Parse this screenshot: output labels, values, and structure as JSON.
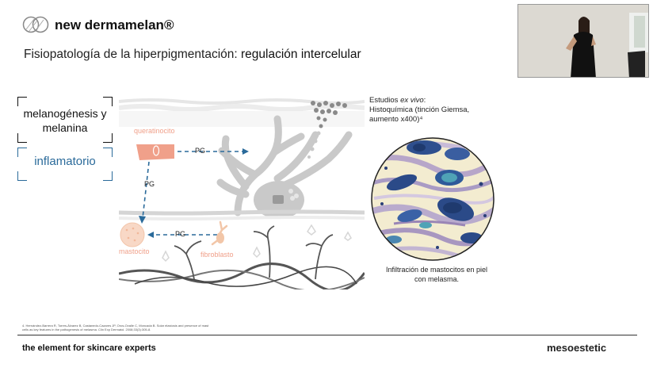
{
  "header": {
    "brand": "new dermamelan®",
    "subtitle_prefix": "Fisiopatología de la hiperpigmentación: ",
    "subtitle_bold": "regulación intercelular"
  },
  "categories": {
    "melanogenesis_line1": "melanogénesis y",
    "melanogenesis_line2": "melanina",
    "inflamatorio": "inflamatorio"
  },
  "diagram": {
    "queratinocito": "queratinocito",
    "pg_horizontal": "PG",
    "pg_vertical": "PG",
    "pg_bottom": "PG",
    "mastocito": "mastocito",
    "fibroblasto": "fibroblasto"
  },
  "study": {
    "title_prefix": "Estudios ",
    "title_italic": "ex vivo",
    "title_suffix": ":",
    "line2": "Histoquímica (tinción Giemsa,",
    "line3": "aumento x400)⁴"
  },
  "caption": {
    "line1": "Infiltración de mastocitos en piel",
    "line2": "con melasma."
  },
  "reference": "4. Hernández-Barrera R, Torres-Álvarez B, Castanedo-Cazares JP, Oros-Ovalle C, Moncada B. Solar elastosis and presence of mast cells as key features in the pathogenesis of melasma. Clin Exp Dermatol. 2008;33(3):305-8.",
  "footer": {
    "tagline": "the element for skincare experts",
    "brand": "mesoestetic"
  },
  "colors": {
    "accent_blue": "#2a6a9a",
    "salmon": "#f0a08a",
    "peach": "#f2c6a8",
    "gray": "#b8b8b8"
  }
}
